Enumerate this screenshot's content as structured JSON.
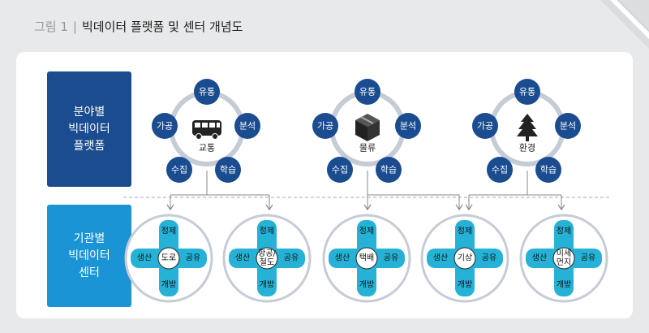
{
  "title": {
    "figure": "그림 1",
    "separator": "|",
    "text": "빅데이터 플랫폼 및 센터 개념도"
  },
  "row_labels": {
    "platforms": "분야별\n빅데이터\n플랫폼",
    "centers": "기관별\n빅데이터\n센터"
  },
  "platforms": [
    {
      "name": "교통",
      "icon": "bus-icon",
      "nodes": [
        "유통",
        "분석",
        "학습",
        "수집",
        "가공"
      ]
    },
    {
      "name": "물류",
      "icon": "box-icon",
      "nodes": [
        "유통",
        "분석",
        "학습",
        "수집",
        "가공"
      ]
    },
    {
      "name": "환경",
      "icon": "tree-icon",
      "nodes": [
        "유통",
        "분석",
        "학습",
        "수집",
        "가공"
      ]
    }
  ],
  "center_arms": {
    "top": "정제",
    "left": "생산",
    "right": "공유",
    "bottom": "개방"
  },
  "centers": [
    {
      "lines": [
        "도로"
      ]
    },
    {
      "lines": [
        "항공/",
        "철도"
      ]
    },
    {
      "lines": [
        "택배"
      ]
    },
    {
      "lines": [
        "기상"
      ]
    },
    {
      "lines": [
        "미세",
        "먼지"
      ]
    }
  ],
  "colors": {
    "platform_node": "#1a4c8f",
    "platform_ring": "#c5ccd6",
    "center_cross": "#25b2d6",
    "center_ring": "#c5ccd6",
    "platform_label": "#1a4c8f",
    "center_label": "#1a94d4",
    "connector": "#888888"
  }
}
